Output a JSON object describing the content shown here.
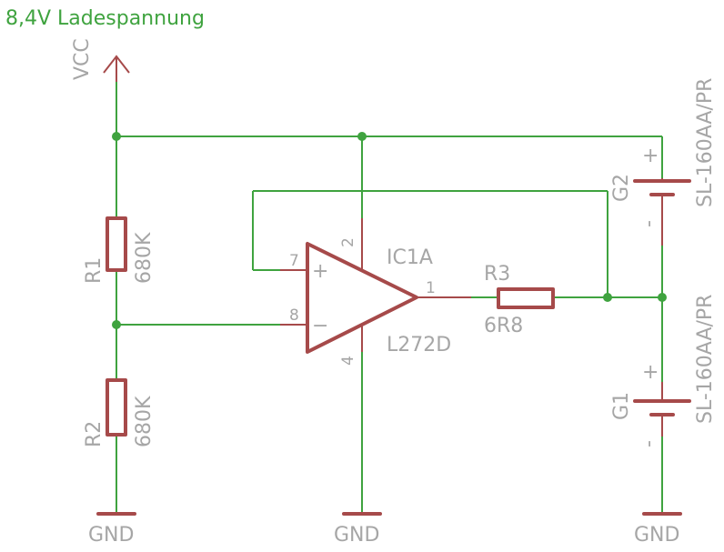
{
  "title": "8,4V Ladespannung",
  "supply": {
    "vcc": "VCC",
    "gnd": "GND"
  },
  "resistors": {
    "r1": {
      "name": "R1",
      "value": "680K"
    },
    "r2": {
      "name": "R2",
      "value": "680K"
    },
    "r3": {
      "name": "R3",
      "value": "6R8"
    }
  },
  "opamp": {
    "name": "IC1A",
    "part": "L272D",
    "pins": {
      "noninv": "7",
      "inv": "8",
      "vplus": "2",
      "vminus": "4",
      "out": "1"
    },
    "plus_sign": "+",
    "minus_sign": "−"
  },
  "batteries": {
    "g1": {
      "name": "G1",
      "part": "SL-160AA/PR",
      "plus": "+",
      "minus": "-"
    },
    "g2": {
      "name": "G2",
      "part": "SL-160AA/PR",
      "plus": "+",
      "minus": "-"
    }
  },
  "colors": {
    "wire": "#3fa33f",
    "component": "#a64a4a",
    "label": "#a6a6a6",
    "title": "#3fa33f"
  }
}
